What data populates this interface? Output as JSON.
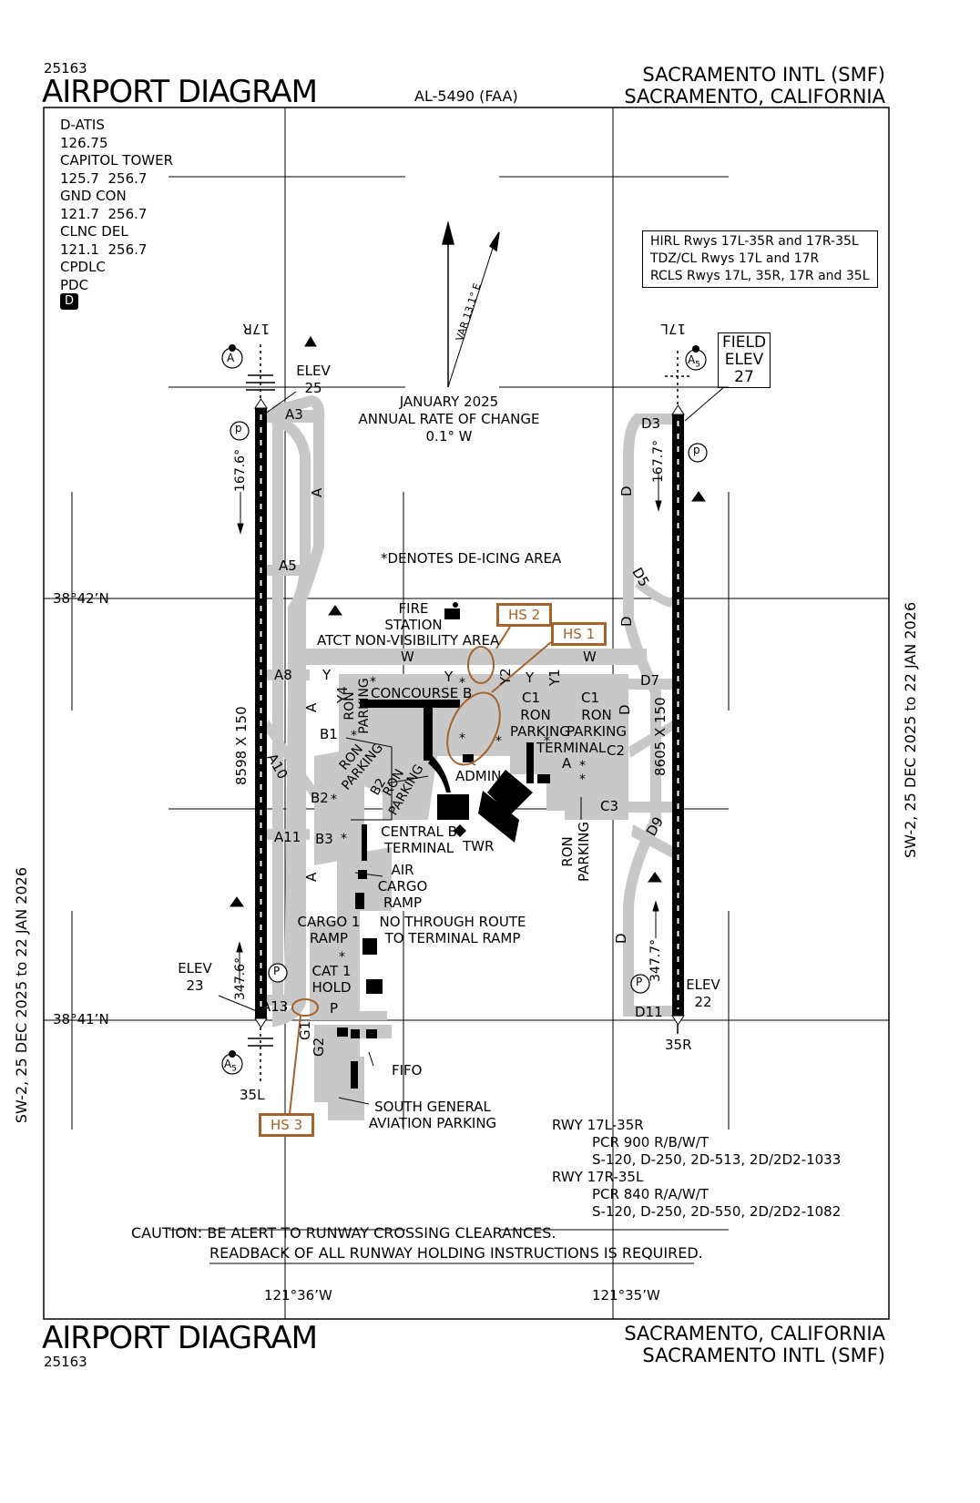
{
  "header": {
    "chart_number_top": "25163",
    "title_top": "AIRPORT DIAGRAM",
    "reference": "AL-5490 (FAA)",
    "airport_name_top": "SACRAMENTO INTL (SMF)",
    "location_top": "SACRAMENTO, CALIFORNIA"
  },
  "footer": {
    "title_bottom": "AIRPORT DIAGRAM",
    "chart_number_bottom": "25163",
    "location_bottom": "SACRAMENTO, CALIFORNIA",
    "airport_name_bottom": "SACRAMENTO INTL (SMF)"
  },
  "side": {
    "left_validity": "SW-2,  25 DEC 2025  to  22 JAN 2026",
    "right_validity": "SW-2,  25 DEC 2025  to  22 JAN 2026"
  },
  "frequencies": {
    "text": "D-ATIS\n126.75\nCAPITOL TOWER\n125.7  256.7\nGND CON\n121.7  256.7\nCLNC DEL\n121.1  256.7\nCPDLC\nPDC",
    "badge": "D"
  },
  "lighting_legend": "HIRL Rwys 17L-35R and 17R-35L\nTDZ/CL Rwys 17L and 17R\nRCLS Rwys 17L, 35R, 17R and 35L",
  "field_elev": {
    "line1": "FIELD",
    "line2": "ELEV",
    "value": "27"
  },
  "magnetic": {
    "var_label": "VAR 13.1° E",
    "date": "JANUARY 2025",
    "rate_label": "ANNUAL RATE OF CHANGE",
    "rate": "0.1° W"
  },
  "coordinates": {
    "lat_top": "38°42’N",
    "lat_bottom": "38°41’N",
    "lon_left": "121°36’W",
    "lon_right": "121°35’W"
  },
  "runways": {
    "left": {
      "north_id": "17R",
      "south_id": "35L",
      "dimensions": "8598 X 150",
      "north_heading": "167.6°",
      "south_heading": "347.6°",
      "north_elev_label": "ELEV",
      "north_elev": "25",
      "south_elev_label": "ELEV",
      "south_elev": "23",
      "north_approach": "A",
      "south_approach": "A",
      "south_approach_sub": "5"
    },
    "right": {
      "north_id": "17L",
      "south_id": "35R",
      "dimensions": "8605 X 150",
      "north_heading": "167.7°",
      "south_heading": "347.7°",
      "south_elev_label": "ELEV",
      "south_elev": "22",
      "north_approach": "A",
      "north_approach_sub": "5"
    }
  },
  "hot_spots": [
    "HS 1",
    "HS 2",
    "HS 3"
  ],
  "taxiway_labels": {
    "a3": "A3",
    "a5": "A5",
    "a8": "A8",
    "a10": "A10",
    "a11": "A11",
    "a13": "A13",
    "a_upper": "A",
    "a_mid": "A",
    "a_lower": "A",
    "b1": "B1",
    "b2": "B2",
    "b3": "B3",
    "b2_ramp": "B2",
    "c1_left": "C1",
    "c1_right": "C1",
    "c2": "C2",
    "c3": "C3",
    "d3": "D3",
    "d5": "D5",
    "d7": "D7",
    "d9": "D9",
    "d11": "D11",
    "d_upper": "D",
    "d_mid": "D",
    "d_mid2": "D",
    "d_lower": "D",
    "w_left": "W",
    "w_right": "W",
    "y_left": "Y",
    "y_mid": "Y",
    "y_right": "Y",
    "y1": "Y1",
    "y2": "Y2",
    "y4": "Y4",
    "g1": "G1",
    "g2": "G2",
    "p": "P"
  },
  "labels": {
    "deicing_note": "*DENOTES DE-ICING AREA",
    "fire_station_1": "FIRE",
    "fire_station_2": "STATION",
    "atct": "ATCT NON-VISIBILITY AREA",
    "concourse_b": "CONCOURSE B",
    "ron_parking_1a": "RON",
    "ron_parking_1b": "PARKING",
    "ron_parking_2a": "RON",
    "ron_parking_2b": "PARKING",
    "ron_parking_3a": "RON",
    "ron_parking_3b": "PARKING",
    "ron_parking_4a": "RON",
    "ron_parking_4b": "PARKING",
    "ron_parking_5a": "RON",
    "ron_parking_5b": "PARKING",
    "ron_parking_6a": "RON",
    "ron_parking_6b": "PARKING",
    "terminal_a": "TERMINAL",
    "terminal_a_letter": "A",
    "admin": "ADMIN",
    "central_b_1": "CENTRAL B",
    "central_b_2": "TERMINAL",
    "twr": "TWR",
    "air_cargo_1": "AIR",
    "air_cargo_2": "CARGO",
    "air_cargo_3": "RAMP",
    "cargo1_1": "CARGO 1",
    "cargo1_2": "RAMP",
    "no_through_1": "NO THROUGH ROUTE",
    "no_through_2": "TO TERMINAL RAMP",
    "cat1_1": "CAT 1",
    "cat1_2": "HOLD",
    "fifo": "FIFO",
    "sga_1": "SOUTH GENERAL",
    "sga_2": "AVIATION PARKING",
    "p_circle": "P",
    "d_circle": "d"
  },
  "pavement_info": {
    "rwy1": "RWY 17L-35R",
    "rwy1_pcr": "PCR 900 R/B/W/T",
    "rwy1_weights": "S-120, D-250, 2D-513, 2D/2D2-1033",
    "rwy2": "RWY 17R-35L",
    "rwy2_pcr": "PCR 840 R/A/W/T",
    "rwy2_weights": "S-120, D-250, 2D-550, 2D/2D2-1082"
  },
  "caution": {
    "line1": "CAUTION: BE ALERT TO RUNWAY CROSSING CLEARANCES.",
    "line2": "READBACK OF ALL RUNWAY HOLDING INSTRUCTIONS IS REQUIRED."
  },
  "colors": {
    "hot_spot": "#a5622a",
    "pavement": "#c8c8c8",
    "ink": "#000000"
  }
}
